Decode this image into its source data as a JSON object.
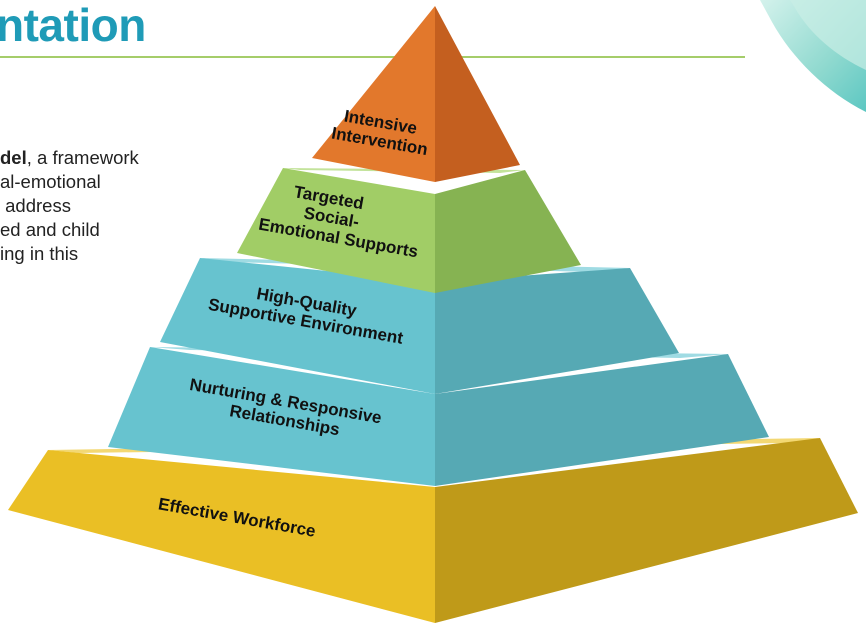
{
  "header": {
    "title_fragment": "ntation",
    "title_color": "#1f9bb7",
    "rule_color": "#a5cd6a"
  },
  "body_text": {
    "lines": [
      {
        "bold": "del",
        "rest": ", a framework"
      },
      {
        "bold": "",
        "rest": "al-emotional"
      },
      {
        "bold": "",
        "rest": " address"
      },
      {
        "bold": "",
        "rest": "ed and child"
      },
      {
        "bold": "",
        "rest": "ing in this"
      }
    ]
  },
  "pyramid": {
    "levels": [
      {
        "id": "intensive",
        "lines": [
          "Intensive",
          "Intervention"
        ],
        "color": "#e2782c"
      },
      {
        "id": "targeted",
        "lines": [
          "Targeted",
          "Social-",
          "Emotional Supports"
        ],
        "color": "#a1cd66"
      },
      {
        "id": "high-quality",
        "lines": [
          "High-Quality",
          "Supportive Environment"
        ],
        "color": "#67c3cf"
      },
      {
        "id": "nurturing",
        "lines": [
          "Nurturing & Responsive",
          "Relationships"
        ],
        "color": "#67c3cf"
      },
      {
        "id": "workforce",
        "lines": [
          "Effective Workforce"
        ],
        "color": "#eabf25"
      }
    ]
  }
}
